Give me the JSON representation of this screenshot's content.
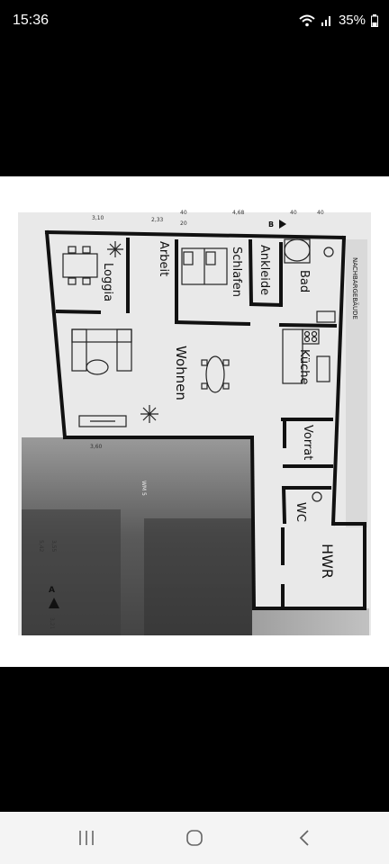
{
  "status": {
    "time": "15:36",
    "battery": "35%",
    "icons": [
      "wifi-icon",
      "signal-icon",
      "battery-icon"
    ]
  },
  "plan": {
    "rooms": {
      "bad": "Bad",
      "ankleide": "Ankleide",
      "schlafen": "Schlafen",
      "arbeit": "Arbeit",
      "loggia": "Loggia",
      "wohnen": "Wohnen",
      "kuche": "Küche",
      "vorrat": "Vorrat",
      "wc": "WC",
      "hwr": "HWR"
    },
    "annotations": {
      "neighbor": "NACHBARGEBÄUDE",
      "dim_top_1": "3,10",
      "dim_top_2": "2,33",
      "dim_top_3": "40",
      "dim_top_4": "4,68",
      "dim_top_5": "40",
      "dim_top_6": "20",
      "dim_top_7": "40",
      "section_b": "B",
      "section_a": "A",
      "dim_left_1": "3,60",
      "dim_left_2": "3,21",
      "dim_left_3": "5,42",
      "dim_left_4": "3,55",
      "wm_label": "WM 5"
    }
  },
  "navbar": {
    "buttons": [
      "recent-apps-icon",
      "home-icon",
      "back-icon"
    ]
  },
  "colors": {
    "background": "#000000",
    "paper": "#ffffff",
    "navbar": "#f4f4f4",
    "ink": "#1a1a1a"
  }
}
